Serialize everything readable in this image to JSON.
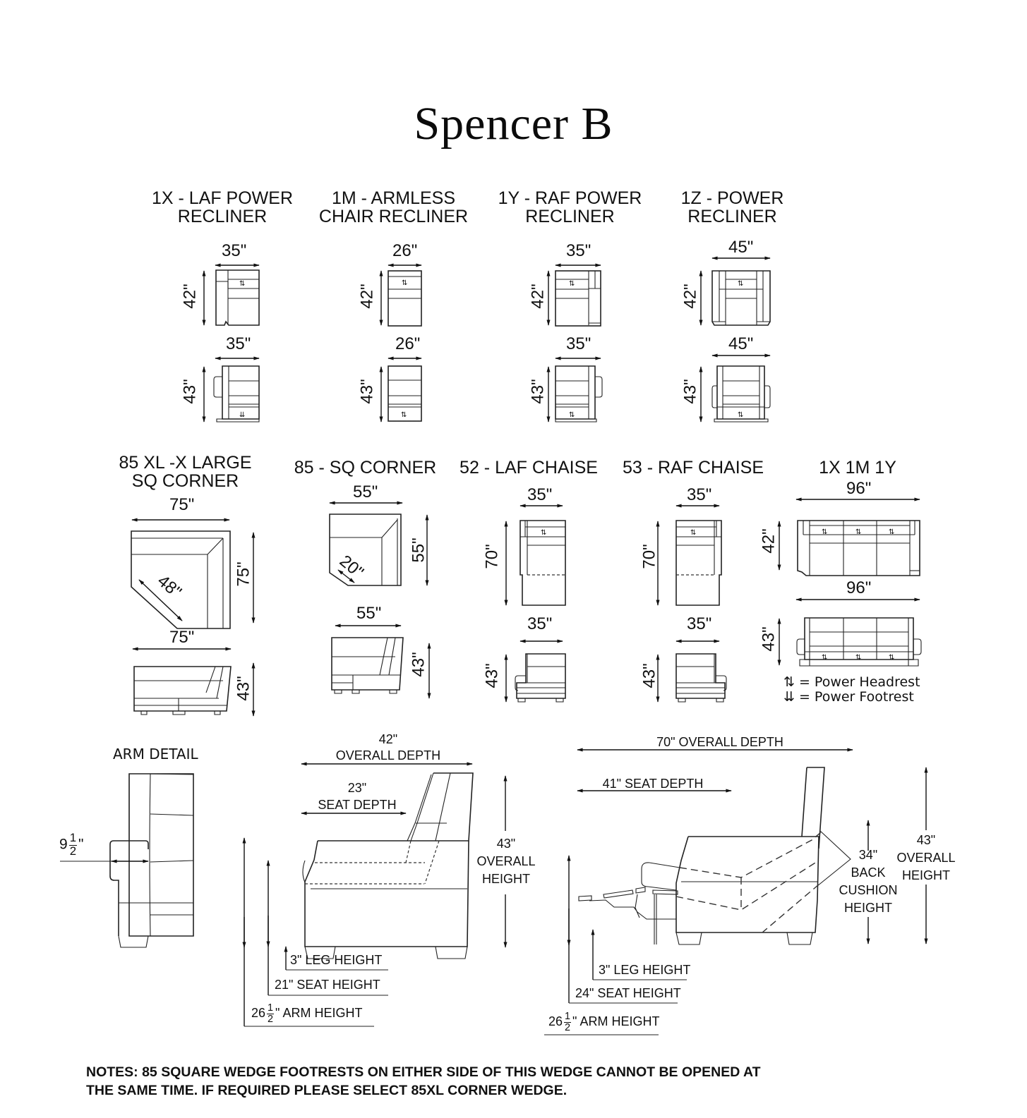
{
  "title": "Spencer B",
  "legend": {
    "headrest_symbol": "⇅",
    "headrest_label": "= Power Headrest",
    "footrest_symbol": "⇊",
    "footrest_label": "= Power Footrest"
  },
  "row1": [
    {
      "code": "1X",
      "line1": "1X - LAF POWER",
      "line2": "RECLINER",
      "top_width": "35\"",
      "top_depth": "42\"",
      "front_width": "35\"",
      "front_height": "43\""
    },
    {
      "code": "1M",
      "line1": "1M - ARMLESS",
      "line2": "CHAIR RECLINER",
      "top_width": "26\"",
      "top_depth": "42\"",
      "front_width": "26\"",
      "front_height": "43\""
    },
    {
      "code": "1Y",
      "line1": "1Y - RAF POWER",
      "line2": "RECLINER",
      "top_width": "35\"",
      "top_depth": "42\"",
      "front_width": "35\"",
      "front_height": "43\""
    },
    {
      "code": "1Z",
      "line1": "1Z - POWER",
      "line2": "RECLINER",
      "top_width": "45\"",
      "top_depth": "42\"",
      "front_width": "45\"",
      "front_height": "43\""
    }
  ],
  "row2": [
    {
      "code": "85XL",
      "line1": "85 XL -X LARGE",
      "line2": "SQ CORNER",
      "top_width": "75\"",
      "top_depth": "75\"",
      "diagonal": "48\"",
      "front_width": "75\"",
      "front_height": "43\""
    },
    {
      "code": "85",
      "line1": "85 - SQ CORNER",
      "line2": "",
      "top_width": "55\"",
      "top_depth": "55\"",
      "diagonal": "20\"",
      "front_width": "55\"",
      "front_height": "43\""
    },
    {
      "code": "52",
      "line1": "52 - LAF CHAISE",
      "line2": "",
      "top_width": "35\"",
      "top_depth": "70\"",
      "front_width": "35\"",
      "front_height": "43\""
    },
    {
      "code": "53",
      "line1": "53 - RAF CHAISE",
      "line2": "",
      "top_width": "35\"",
      "top_depth": "70\"",
      "front_width": "35\"",
      "front_height": "43\""
    },
    {
      "code": "1X1M1Y",
      "line1": "1X 1M 1Y",
      "line2": "",
      "top_width": "96\"",
      "top_depth": "42\"",
      "front_width": "96\"",
      "front_height": "43\""
    }
  ],
  "arm_detail": {
    "title": "ARM DETAIL",
    "width_whole": "9",
    "width_num": "1",
    "width_den": "2",
    "width_unit": "\""
  },
  "side_upright": {
    "overall_depth_value": "42\"",
    "overall_depth_label": "OVERALL DEPTH",
    "seat_depth_value": "23\"",
    "seat_depth_label": "SEAT DEPTH",
    "overall_height_value": "43\"",
    "overall_height_label1": "OVERALL",
    "overall_height_label2": "HEIGHT",
    "leg_height": "3\" LEG HEIGHT",
    "seat_height": "21\" SEAT HEIGHT",
    "arm_height_whole": "26",
    "arm_height_num": "1",
    "arm_height_den": "2",
    "arm_height_label": "\" ARM HEIGHT"
  },
  "side_reclined": {
    "overall_depth": "70\" OVERALL DEPTH",
    "seat_depth": "41\" SEAT DEPTH",
    "back_cushion_value": "34\"",
    "back_cushion_label1": "BACK",
    "back_cushion_label2": "CUSHION",
    "back_cushion_label3": "HEIGHT",
    "overall_height_value": "43\"",
    "overall_height_label1": "OVERALL",
    "overall_height_label2": "HEIGHT",
    "leg_height": "3\" LEG HEIGHT",
    "seat_height": "24\" SEAT HEIGHT",
    "arm_height_whole": "26",
    "arm_height_num": "1",
    "arm_height_den": "2",
    "arm_height_label": "\" ARM HEIGHT"
  },
  "notes": {
    "line1": "NOTES: 85 SQUARE WEDGE FOOTRESTS ON EITHER SIDE OF THIS WEDGE CANNOT BE OPENED AT",
    "line2": "THE SAME TIME. IF REQUIRED PLEASE SELECT 85XL CORNER WEDGE."
  }
}
